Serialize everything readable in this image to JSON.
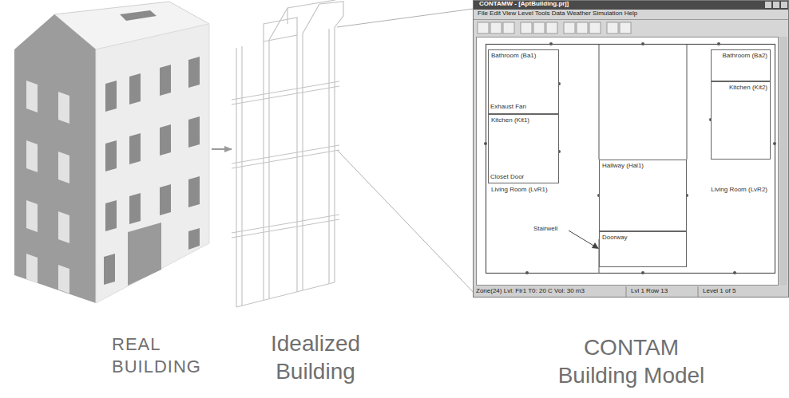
{
  "diagram": {
    "nodes": [
      {
        "text": [
          "REAL BUILDING"
        ]
      },
      {
        "text": [
          "Idealized Building"
        ]
      },
      {
        "text": [
          "CONTAM Building Model"
        ]
      },
      {
        "text": [
          "Bathroom (Ba1)"
        ],
        "in": 2
      },
      {
        "text": [
          "Kitchen (Kit1)"
        ],
        "in": 2
      },
      {
        "text": [
          "Living Room (LvR1)"
        ],
        "in": 2
      },
      {
        "text": [
          "Hallway (Hal1)"
        ],
        "in": 2
      },
      {
        "text": [
          "Doorway"
        ],
        "in": 2
      },
      {
        "text": [
          "Bathroom (Ba2)"
        ],
        "in": 2
      },
      {
        "text": [
          "Kitchen (Kit2)"
        ],
        "in": 2
      },
      {
        "text": [
          "Living Room (LvR2)"
        ],
        "in": 2
      }
    ],
    "edges": [
      {
        "from": 0,
        "to": 1,
        "arrow": "to"
      }
    ],
    "labels": [
      "CONTAMW - [AptBuilding.prj]",
      "File Edit View Level Tools Data Weather Simulation Help",
      "Exhaust Fan",
      "Closet Door",
      "Stairwell",
      "Zone(24) Lvl: Flr1 T0: 20 C Vol: 30 m3",
      "Lvl 1 Row 13",
      "Level 1 of 5"
    ]
  }
}
